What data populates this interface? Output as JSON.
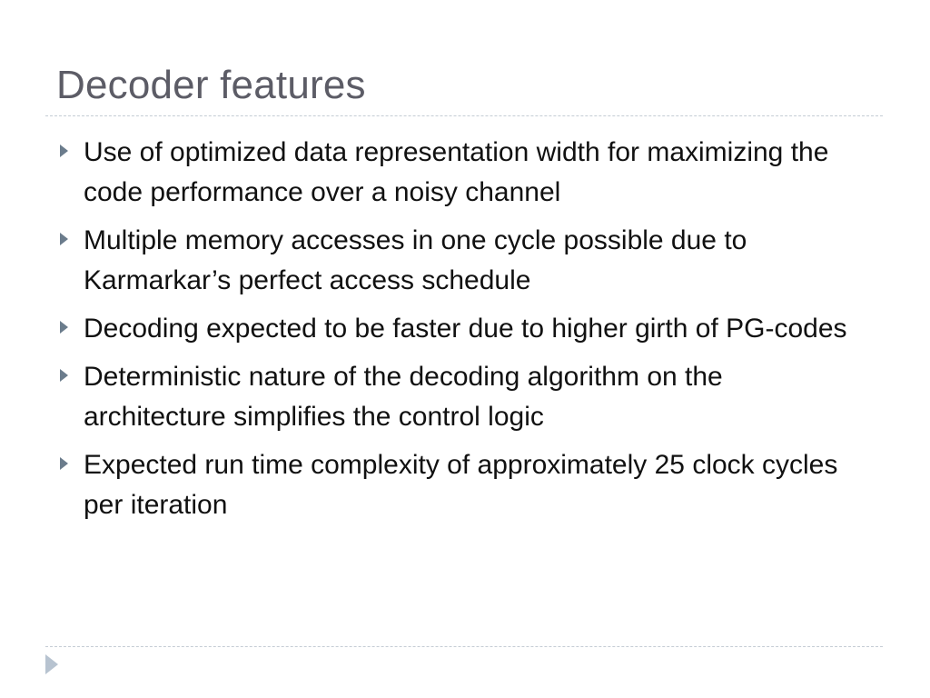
{
  "slide": {
    "title": "Decoder features",
    "bullets": [
      {
        "text": "Use of optimized data representation width for maximizing the code performance over a noisy channel"
      },
      {
        "text": "Multiple memory accesses in one cycle possible due to Karmarkar’s perfect access schedule"
      },
      {
        "text": "Decoding expected to be faster due to higher girth of PG-codes"
      },
      {
        "text": "Deterministic nature of the decoding algorithm on the architecture simplifies the control logic"
      },
      {
        "text": "Expected run time complexity of approximately 25 clock cycles per iteration"
      }
    ]
  },
  "icons": {
    "bullet": "triangle-right-icon",
    "navigation": "play-arrow-icon"
  },
  "colors": {
    "title": "#5c5c66",
    "body_text": "#111111",
    "bullet_marker": "#6b7c8c",
    "divider": "#c4ccd4",
    "nav_arrow": "#b7c3d0"
  }
}
